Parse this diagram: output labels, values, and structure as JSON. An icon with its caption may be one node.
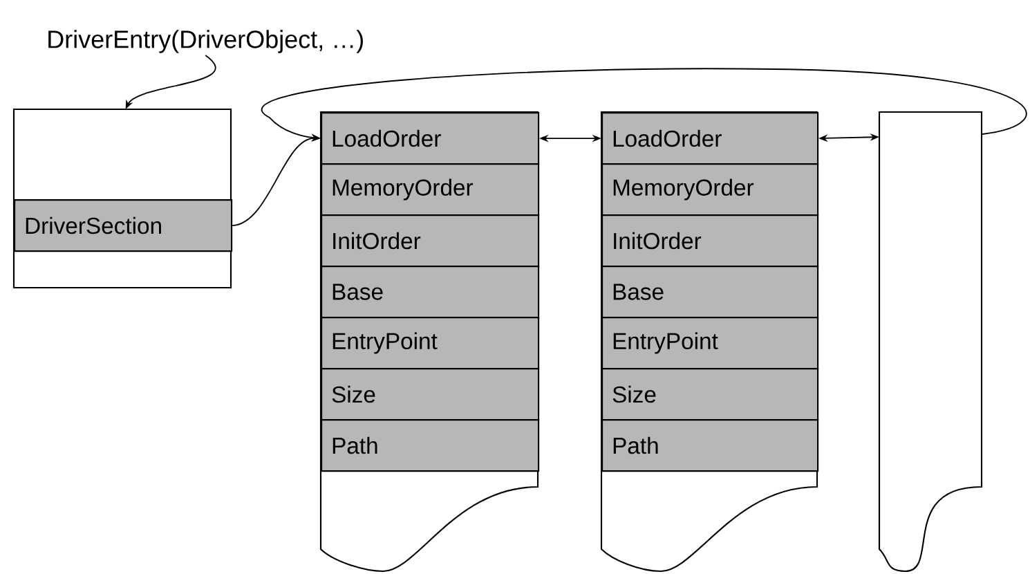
{
  "diagram": {
    "nodes": [
      {
        "text": [
          "DriverEntry(DriverObject, …)"
        ]
      },
      {
        "text": [],
        "shape": "box"
      },
      {
        "text": [
          "DriverSection"
        ],
        "in": 1
      },
      {
        "text": [],
        "shape": "box"
      },
      {
        "text": [
          "LoadOrder"
        ],
        "in": 3
      },
      {
        "text": [
          "MemoryOrder"
        ],
        "in": 3
      },
      {
        "text": [
          "InitOrder"
        ],
        "in": 3
      },
      {
        "text": [
          "Base"
        ],
        "in": 3
      },
      {
        "text": [
          "EntryPoint"
        ],
        "in": 3
      },
      {
        "text": [
          "Size"
        ],
        "in": 3
      },
      {
        "text": [
          "Path"
        ],
        "in": 3
      },
      {
        "text": [],
        "shape": "box"
      },
      {
        "text": [
          "LoadOrder"
        ],
        "in": 11
      },
      {
        "text": [
          "MemoryOrder"
        ],
        "in": 11
      },
      {
        "text": [
          "InitOrder"
        ],
        "in": 11
      },
      {
        "text": [
          "Base"
        ],
        "in": 11
      },
      {
        "text": [
          "EntryPoint"
        ],
        "in": 11
      },
      {
        "text": [
          "Size"
        ],
        "in": 11
      },
      {
        "text": [
          "Path"
        ],
        "in": 11
      },
      {
        "text": [],
        "shape": "box"
      }
    ],
    "edges": [
      {
        "from": 0,
        "to": 1,
        "arrow": "to"
      },
      {
        "from": 2,
        "to": 4,
        "arrow": "to"
      },
      {
        "from": 4,
        "to": 12,
        "arrow": "both"
      },
      {
        "from": 12,
        "to": 19,
        "arrow": "both"
      },
      {
        "from": 19,
        "to": 4,
        "arrow": "to"
      }
    ]
  }
}
